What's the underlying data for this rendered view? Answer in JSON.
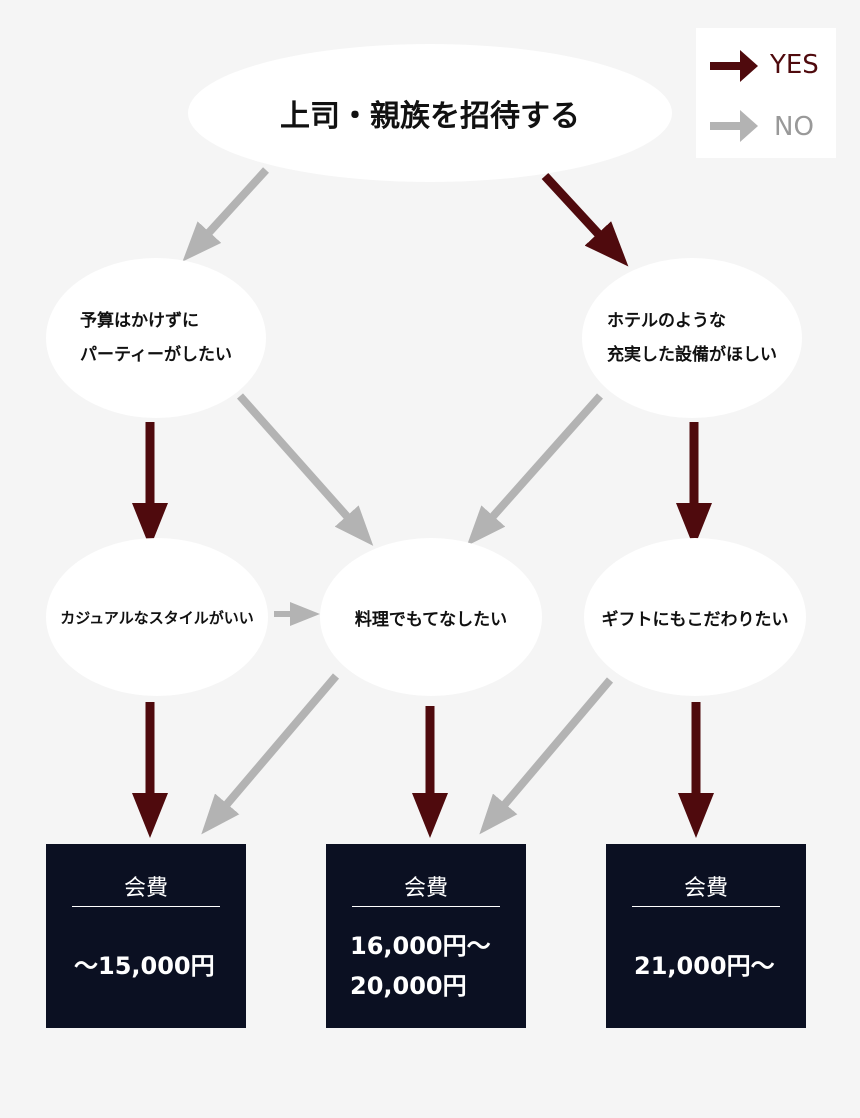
{
  "legend": {
    "yes_label": "YES",
    "no_label": "NO",
    "yes_color": "#4f0a0d",
    "no_color": "#b3b3b3"
  },
  "nodes": {
    "root": "上司・親族を招待する",
    "budget": "予算はかけずに\nパーティーがしたい",
    "hotel": "ホテルのような\n充実した設備がほしい",
    "casual": "カジュアルなスタイルがいい",
    "cuisine": "料理でもてなしたい",
    "gift": "ギフトにもこだわりたい"
  },
  "results": [
    {
      "label": "会費",
      "value": "～15,000円"
    },
    {
      "label": "会費",
      "value": "16,000円～\n20,000円"
    },
    {
      "label": "会費",
      "value": "21,000円～"
    }
  ]
}
